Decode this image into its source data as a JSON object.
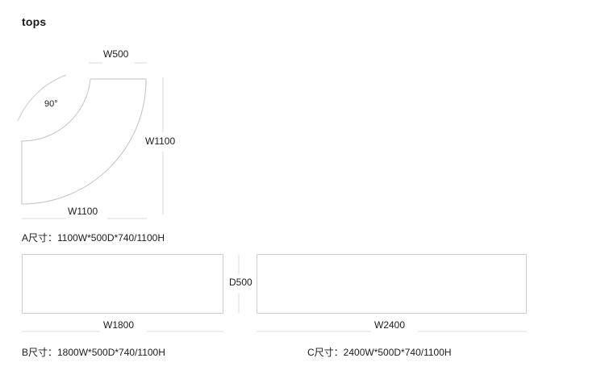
{
  "page": {
    "title": "tops",
    "background_color": "#ffffff",
    "line_color": "#c8c8c8",
    "dimension_line_color": "#d8d8d8",
    "text_color": "#1c1c1c"
  },
  "figures": [
    {
      "id": "A",
      "name": "corner-top",
      "shape": "quarter-round-corner",
      "dimensions": {
        "top_width": "W500",
        "right_height": "W1100",
        "bottom_width": "W1100",
        "angle": "90°"
      },
      "caption": "A尺寸：1100W*500D*740/1100H"
    },
    {
      "id": "B",
      "name": "rectangular-top-1800",
      "shape": "rectangle",
      "dimensions": {
        "width": "W1800",
        "depth": "D500"
      },
      "caption": "B尺寸：1800W*500D*740/1100H"
    },
    {
      "id": "C",
      "name": "rectangular-top-2400",
      "shape": "rectangle",
      "dimensions": {
        "width": "W2400"
      },
      "caption": "C尺寸：2400W*500D*740/1100H"
    }
  ],
  "labels": {
    "w500": "W500",
    "w1100_vertical": "W1100",
    "w1100_horizontal": "W1100",
    "angle_90": "90°",
    "w1800": "W1800",
    "w2400": "W2400",
    "d500": "D500"
  },
  "captions": {
    "a": "A尺寸：1100W*500D*740/1100H",
    "b": "B尺寸：1800W*500D*740/1100H",
    "c": "C尺寸：2400W*500D*740/1100H"
  }
}
